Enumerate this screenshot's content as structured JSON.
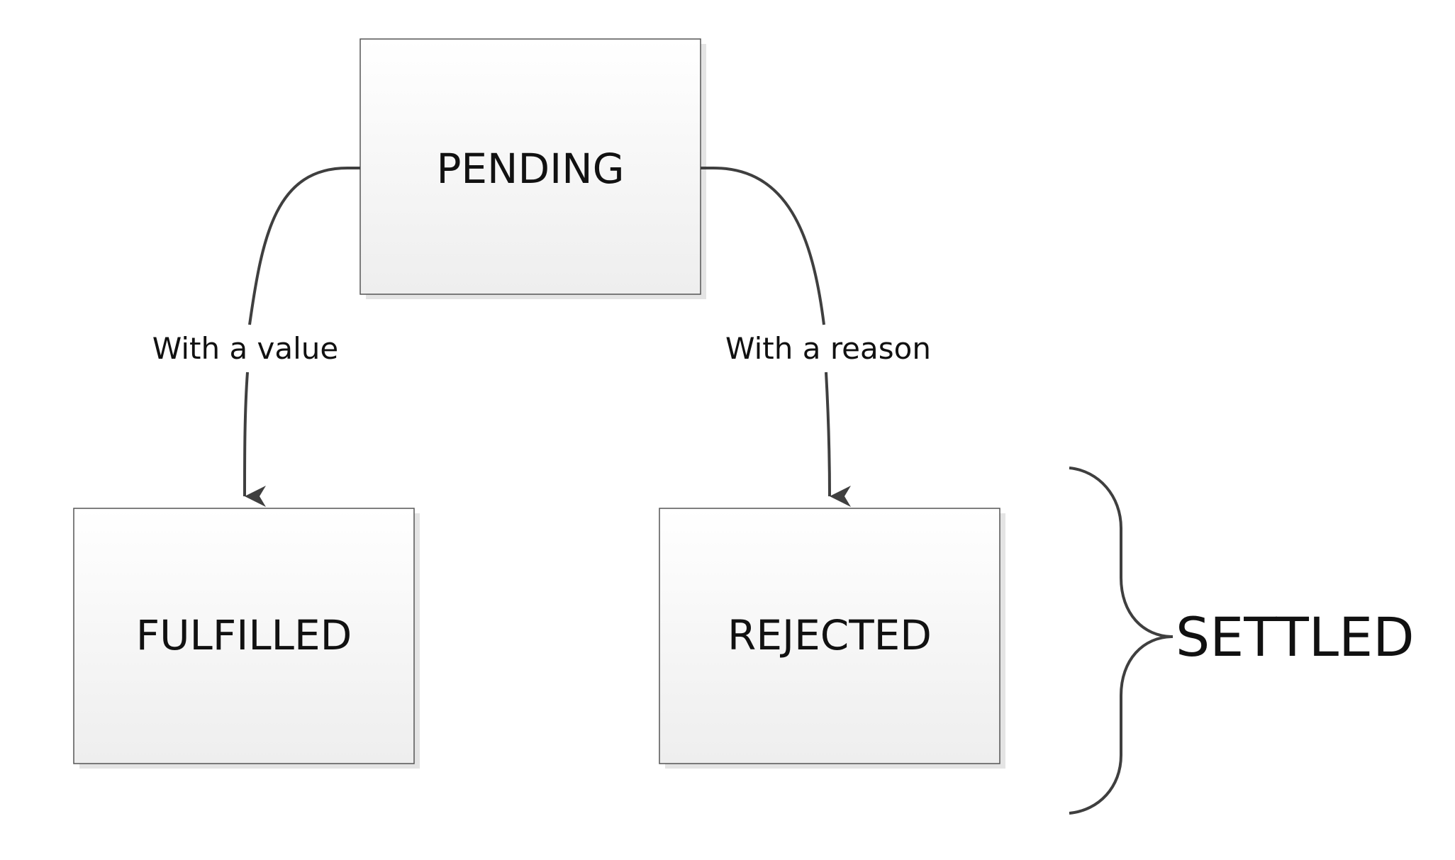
{
  "states": {
    "pending": "PENDING",
    "fulfilled": "FULFILLED",
    "rejected": "REJECTED"
  },
  "transitions": {
    "to_fulfilled": "With a value",
    "to_rejected": "With a reason"
  },
  "group": {
    "settled": "SETTLED"
  },
  "colors": {
    "line": "#3f3f3f",
    "box_border": "#555555",
    "box_top": "#ffffff",
    "box_bottom": "#efefef",
    "shadow": "#e6e6e6"
  }
}
